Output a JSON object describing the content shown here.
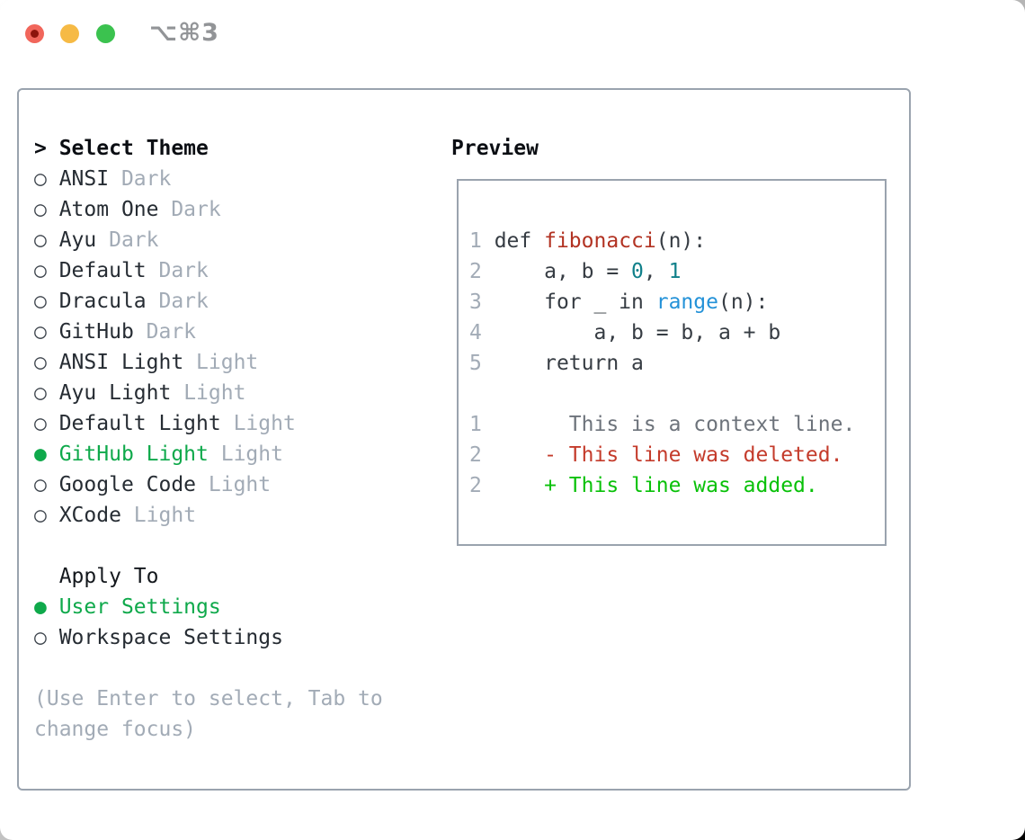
{
  "window": {
    "title": "⌥⌘3"
  },
  "titlebar": {
    "buttons": [
      {
        "name": "close",
        "color": "#f1665b"
      },
      {
        "name": "minimize",
        "color": "#f6ba45"
      },
      {
        "name": "zoom",
        "color": "#3bc24f"
      }
    ]
  },
  "glyphs": {
    "cursor": "> ",
    "unselected": "○",
    "selected": "●"
  },
  "theme_panel": {
    "header": "Select Theme",
    "themes": [
      {
        "name": "ANSI",
        "variant": "Dark",
        "selected": false
      },
      {
        "name": "Atom One",
        "variant": "Dark",
        "selected": false
      },
      {
        "name": "Ayu",
        "variant": "Dark",
        "selected": false
      },
      {
        "name": "Default",
        "variant": "Dark",
        "selected": false
      },
      {
        "name": "Dracula",
        "variant": "Dark",
        "selected": false
      },
      {
        "name": "GitHub",
        "variant": "Dark",
        "selected": false
      },
      {
        "name": "ANSI Light",
        "variant": "Light",
        "selected": false
      },
      {
        "name": "Ayu Light",
        "variant": "Light",
        "selected": false
      },
      {
        "name": "Default Light",
        "variant": "Light",
        "selected": false
      },
      {
        "name": "GitHub Light",
        "variant": "Light",
        "selected": true
      },
      {
        "name": "Google Code",
        "variant": "Light",
        "selected": false
      },
      {
        "name": "XCode",
        "variant": "Light",
        "selected": false
      }
    ],
    "apply_to": {
      "label": "Apply To",
      "options": [
        {
          "name": "User Settings",
          "selected": true
        },
        {
          "name": "Workspace Settings",
          "selected": false
        }
      ]
    },
    "hint_lines": [
      "(Use Enter to select, Tab to",
      "change focus)"
    ]
  },
  "preview": {
    "title": "Preview",
    "lines": [
      {
        "name": "preview-code-line",
        "segments": [
          [
            "1",
            "lineno"
          ],
          [
            " def ",
            "code"
          ],
          [
            "fibonacci",
            "func"
          ],
          [
            "(n):",
            "code"
          ]
        ]
      },
      {
        "name": "preview-code-line",
        "segments": [
          [
            "2",
            "lineno"
          ],
          [
            "     a, b = ",
            "code"
          ],
          [
            "0",
            "num"
          ],
          [
            ", ",
            "code"
          ],
          [
            "1",
            "num"
          ]
        ]
      },
      {
        "name": "preview-code-line",
        "segments": [
          [
            "3",
            "lineno"
          ],
          [
            "     for _ in ",
            "code"
          ],
          [
            "range",
            "builtin"
          ],
          [
            "(n):",
            "code"
          ]
        ]
      },
      {
        "name": "preview-code-line",
        "segments": [
          [
            "4",
            "lineno"
          ],
          [
            "         a, b = b, a + b",
            "code"
          ]
        ]
      },
      {
        "name": "preview-code-line",
        "segments": [
          [
            "5",
            "lineno"
          ],
          [
            "     return a",
            "code"
          ]
        ]
      },
      {
        "name": "preview-blank-line",
        "segments": []
      },
      {
        "name": "preview-diff-context-line",
        "segments": [
          [
            "1",
            "lineno"
          ],
          [
            "       ",
            "code"
          ],
          [
            "This is a context line.",
            "ctx"
          ]
        ]
      },
      {
        "name": "preview-diff-deleted-line",
        "segments": [
          [
            "2",
            "lineno"
          ],
          [
            "     ",
            "code"
          ],
          [
            "- This line was deleted.",
            "del"
          ]
        ]
      },
      {
        "name": "preview-diff-added-line",
        "segments": [
          [
            "2",
            "lineno"
          ],
          [
            "     ",
            "code"
          ],
          [
            "+ This line was added.",
            "add"
          ]
        ]
      }
    ]
  },
  "colors": {
    "accent_green": "#0fa94b",
    "added_green": "#09c109",
    "deleted_red": "#c43b2b",
    "function_red": "#b23222",
    "number_teal": "#10808a",
    "builtin_blue": "#2492d8",
    "context_gray": "#6d737b",
    "muted_gray": "#a2abb6",
    "border_gray": "#9aa3ae",
    "traffic_red": "#f1665b",
    "traffic_yellow": "#f6ba45",
    "traffic_green": "#3bc24f"
  }
}
